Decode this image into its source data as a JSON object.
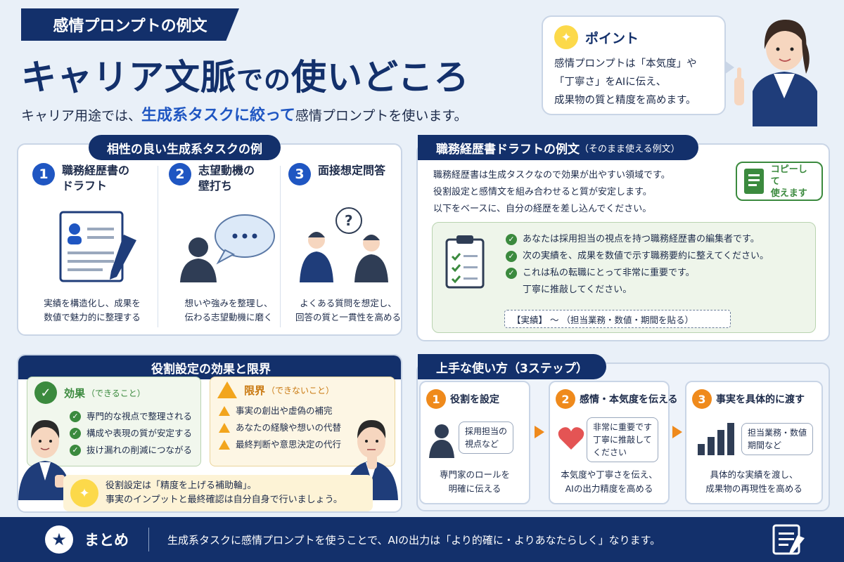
{
  "header": {
    "tag": "感情プロンプトの例文",
    "title_a": "キャリア文脈",
    "title_b": "での",
    "title_c": "使いどころ",
    "subtitle_pre": "キャリア用途では、",
    "subtitle_hl": "生成系タスクに絞って",
    "subtitle_post": "感情プロンプトを使います。"
  },
  "point": {
    "title": "ポイント",
    "text": "感情プロンプトは「本気度」や\n「丁寧さ」をAIに伝え、\n成果物の質と精度を高めます。"
  },
  "tasks": {
    "heading": "相性の良い生成系タスクの例",
    "items": [
      {
        "num": "1",
        "title": "職務経歴書の\nドラフト",
        "desc": "実績を構造化し、成果を\n数値で魅力的に整理する"
      },
      {
        "num": "2",
        "title": "志望動機の\n壁打ち",
        "desc": "想いや強みを整理し、\n伝わる志望動機に磨く"
      },
      {
        "num": "3",
        "title": "面接想定問答",
        "desc": "よくある質問を想定し、\n回答の質と一貫性を高める"
      }
    ]
  },
  "resume": {
    "heading": "職務経歴書ドラフトの例文",
    "heading_note": "（そのまま使える例文）",
    "intro": [
      "職務経歴書は生成タスクなので効果が出やすい領域です。",
      "役割設定と感情文を組み合わせると質が安定します。",
      "以下をベースに、自分の経歴を差し込んでください。"
    ],
    "copy_badge": "コピーして\n使えます",
    "prompt_lines": [
      "あなたは採用担当の視点を持つ職務経歴書の編集者です。",
      "次の実績を、成果を数値で示す職務要約に整えてください。",
      "これは私の転職にとって非常に重要です。"
    ],
    "prompt_line3_cont": "丁寧に推敲してください。",
    "placeholder": "【実績】 〜 （担当業務・数値・期間を貼る）"
  },
  "roles": {
    "heading": "役割設定の効果と限界",
    "effect_title": "効果",
    "effect_note": "（できること）",
    "effects": [
      "専門的な視点で整理される",
      "構成や表現の質が安定する",
      "抜け漏れの削減につながる"
    ],
    "limit_title": "限界",
    "limit_note": "（できないこと）",
    "limits": [
      "事実の創出や虚偽の補完",
      "あなたの経験や想いの代替",
      "最終判断や意思決定の代行"
    ],
    "note": "役割設定は「精度を上げる補助輪」。\n事実のインプットと最終確認は自分自身で行いましょう。"
  },
  "steps": {
    "heading": "上手な使い方（3ステップ）",
    "items": [
      {
        "num": "1",
        "title": "役割を設定",
        "bubble": "採用担当の\n視点など",
        "desc": "専門家のロールを\n明確に伝える"
      },
      {
        "num": "2",
        "title": "感情・本気度を伝える",
        "bubble": "非常に重要です\n丁寧に推敲して\nください",
        "desc": "本気度や丁寧さを伝え、\nAIの出力精度を高める"
      },
      {
        "num": "3",
        "title": "事実を具体的に渡す",
        "bubble": "担当業務・数値\n期間など",
        "desc": "具体的な実績を渡し、\n成果物の再現性を高める"
      }
    ]
  },
  "summary": {
    "label": "まとめ",
    "text": "生成系タスクに感情プロンプトを使うことで、AIの出力は「より的確に・よりあなたらしく」なります。"
  },
  "colors": {
    "navy": "#13306b",
    "blue": "#1f56c2",
    "green": "#3b8a3e",
    "orange": "#ef8a1c"
  }
}
